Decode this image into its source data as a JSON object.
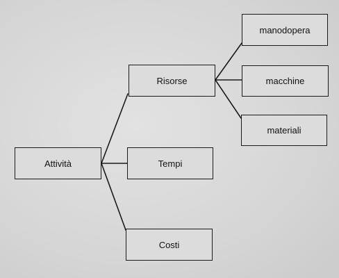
{
  "diagram": {
    "nodes": {
      "attivita": "Attività",
      "risorse": "Risorse",
      "tempi": "Tempi",
      "costi": "Costi",
      "manodopera": "manodopera",
      "macchine": "macchine",
      "materiali": "materiali"
    },
    "edges": [
      [
        "attivita",
        "risorse"
      ],
      [
        "attivita",
        "tempi"
      ],
      [
        "attivita",
        "costi"
      ],
      [
        "risorse",
        "manodopera"
      ],
      [
        "risorse",
        "macchine"
      ],
      [
        "risorse",
        "materiali"
      ]
    ],
    "colors": {
      "line": "#1a1a1a",
      "box_fill": "#dcdcdc",
      "background": "#d8d8d8"
    }
  }
}
